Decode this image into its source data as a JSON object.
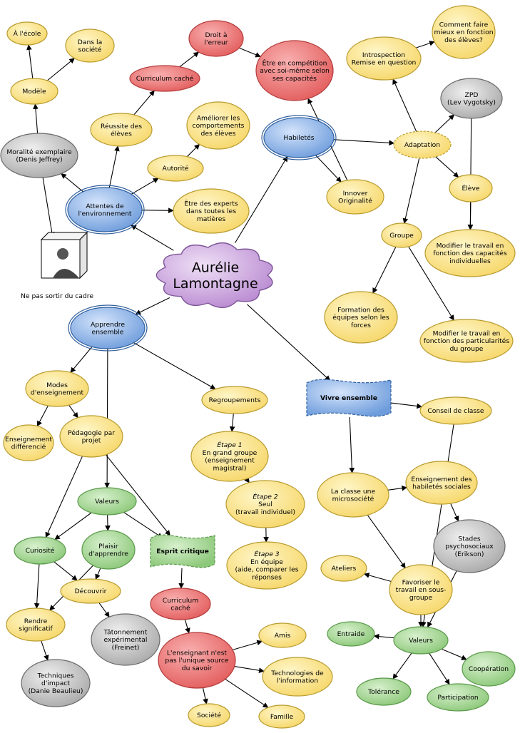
{
  "colors": {
    "yellow_fill": "#fde99a",
    "yellow_stroke": "#b89b2f",
    "red_fill": "#f07d7d",
    "red_stroke": "#b23b3b",
    "green_fill": "#a9d89a",
    "green_stroke": "#5c9a4d",
    "grey_fill": "#c9c9c9",
    "grey_stroke": "#6a6a6a",
    "blue_fill": "#8fb6e8",
    "blue_stroke": "#2f5f9e",
    "purple_fill": "#c9a4dc",
    "line": "#000000"
  },
  "nodes": [
    {
      "id": "aurelie",
      "color": "purple",
      "lines": [
        "Aurélie",
        "Lamontagne"
      ]
    },
    {
      "id": "a_ecole",
      "color": "yellow",
      "lines": [
        "À l'école"
      ]
    },
    {
      "id": "dans_societe",
      "color": "yellow",
      "lines": [
        "Dans la",
        "société"
      ]
    },
    {
      "id": "modele",
      "color": "yellow",
      "lines": [
        "Modèle"
      ]
    },
    {
      "id": "moralite",
      "color": "grey",
      "lines": [
        "Moralité exemplaire",
        "(Denis Jeffrey)"
      ]
    },
    {
      "id": "droit_erreur",
      "color": "red",
      "lines": [
        "Droit à",
        "l'erreur"
      ]
    },
    {
      "id": "curriculum_cache",
      "color": "red",
      "lines": [
        "Curriculum caché"
      ]
    },
    {
      "id": "competition",
      "color": "red",
      "lines": [
        "Être en compétition",
        "avec soi-même selon",
        "ses capacités"
      ]
    },
    {
      "id": "reussite",
      "color": "yellow",
      "lines": [
        "Réussite des",
        "élèves"
      ]
    },
    {
      "id": "ameliorer",
      "color": "yellow",
      "lines": [
        "Améliorer les",
        "comportements",
        "des élèves"
      ]
    },
    {
      "id": "autorite",
      "color": "yellow",
      "lines": [
        "Autorité"
      ]
    },
    {
      "id": "attentes",
      "color": "blue",
      "lines": [
        "Attentes de",
        "l'environnement"
      ]
    },
    {
      "id": "experts",
      "color": "yellow",
      "lines": [
        "Être des experts",
        "dans toutes les",
        "matières"
      ]
    },
    {
      "id": "cadre",
      "color": "white",
      "lines": [
        "Ne pas sortir du cadre"
      ]
    },
    {
      "id": "habiletes",
      "color": "blue",
      "lines": [
        "Habiletés"
      ]
    },
    {
      "id": "introspection",
      "color": "yellow",
      "lines": [
        "Introspection",
        "Remise en question"
      ]
    },
    {
      "id": "comment_faire",
      "color": "yellow",
      "lines": [
        "Comment faire",
        "mieux en fonction",
        "des élèves?"
      ]
    },
    {
      "id": "zpd",
      "color": "grey",
      "lines": [
        "ZPD",
        "(Lev Vygotsky)"
      ]
    },
    {
      "id": "adaptation",
      "color": "yellow",
      "lines": [
        "Adaptation"
      ]
    },
    {
      "id": "innover",
      "color": "yellow",
      "lines": [
        "Innover",
        "Originalité"
      ]
    },
    {
      "id": "eleve",
      "color": "yellow",
      "lines": [
        "Élève"
      ]
    },
    {
      "id": "groupe",
      "color": "yellow",
      "lines": [
        "Groupe"
      ]
    },
    {
      "id": "modifier_indiv",
      "color": "yellow",
      "lines": [
        "Modifier le travail en",
        "fonction des capacités",
        "individuelles"
      ]
    },
    {
      "id": "formation_equipes",
      "color": "yellow",
      "lines": [
        "Formation des",
        "équipes selon les",
        "forces"
      ]
    },
    {
      "id": "modifier_groupe",
      "color": "yellow",
      "lines": [
        "Modifier le travail en",
        "fonction des particularités",
        "du groupe"
      ]
    },
    {
      "id": "apprendre",
      "color": "blue",
      "lines": [
        "Apprendre",
        "ensemble"
      ]
    },
    {
      "id": "modes",
      "color": "yellow",
      "lines": [
        "Modes",
        "d'enseignement"
      ]
    },
    {
      "id": "ens_diff",
      "color": "yellow",
      "lines": [
        "Enseignement",
        "différencié"
      ]
    },
    {
      "id": "pedagogie",
      "color": "yellow",
      "lines": [
        "Pédagogie par",
        "projet"
      ]
    },
    {
      "id": "regroupements",
      "color": "yellow",
      "lines": [
        "Regroupements"
      ]
    },
    {
      "id": "etape1",
      "color": "yellow",
      "lines": [
        "Étape 1",
        "En grand groupe",
        "(enseignement",
        "magistral)"
      ]
    },
    {
      "id": "etape2",
      "color": "yellow",
      "lines": [
        "Étape 2",
        "Seul",
        "(travail individuel)"
      ]
    },
    {
      "id": "etape3",
      "color": "yellow",
      "lines": [
        "Étape 3",
        "En équipe",
        "(aide, comparer les",
        "réponses"
      ]
    },
    {
      "id": "valeurs_l",
      "color": "green",
      "lines": [
        "Valeurs"
      ]
    },
    {
      "id": "curiosite",
      "color": "green",
      "lines": [
        "Curiosité"
      ]
    },
    {
      "id": "plaisir",
      "color": "green",
      "lines": [
        "Plaisir",
        "d'apprendre"
      ]
    },
    {
      "id": "esprit",
      "color": "green",
      "lines": [
        "Esprit critique"
      ]
    },
    {
      "id": "decouvrir",
      "color": "yellow",
      "lines": [
        "Découvrir"
      ]
    },
    {
      "id": "rendre",
      "color": "yellow",
      "lines": [
        "Rendre",
        "significatif"
      ]
    },
    {
      "id": "tatonnement",
      "color": "grey",
      "lines": [
        "Tâtonnement",
        "expérimental",
        "(Freinet)"
      ]
    },
    {
      "id": "techniques",
      "color": "grey",
      "lines": [
        "Techniques",
        "d'impact",
        "(Danie Beaulieu)"
      ]
    },
    {
      "id": "curriculum2",
      "color": "red",
      "lines": [
        "Curriculum",
        "caché"
      ]
    },
    {
      "id": "enseignant",
      "color": "red",
      "lines": [
        "L'enseignant n'est",
        "pas l'unique source",
        "du savoir"
      ]
    },
    {
      "id": "amis",
      "color": "yellow",
      "lines": [
        "Amis"
      ]
    },
    {
      "id": "technologies",
      "color": "yellow",
      "lines": [
        "Technologies de",
        "l'information"
      ]
    },
    {
      "id": "societe",
      "color": "yellow",
      "lines": [
        "Société"
      ]
    },
    {
      "id": "famille",
      "color": "yellow",
      "lines": [
        "Famille"
      ]
    },
    {
      "id": "vivre",
      "color": "blue",
      "lines": [
        "Vivre ensemble"
      ]
    },
    {
      "id": "conseil",
      "color": "yellow",
      "lines": [
        "Conseil de classe"
      ]
    },
    {
      "id": "microsociete",
      "color": "yellow",
      "lines": [
        "La classe une",
        "microsociété"
      ]
    },
    {
      "id": "ens_habiletes",
      "color": "yellow",
      "lines": [
        "Enseignement des",
        "habiletés sociales"
      ]
    },
    {
      "id": "stades",
      "color": "grey",
      "lines": [
        "Stades",
        "psychosociaux",
        "(Erikson)"
      ]
    },
    {
      "id": "ateliers",
      "color": "yellow",
      "lines": [
        "Ateliers"
      ]
    },
    {
      "id": "favoriser",
      "color": "yellow",
      "lines": [
        "Favoriser le",
        "travail en sous-",
        "groupe"
      ]
    },
    {
      "id": "entraide",
      "color": "green",
      "lines": [
        "Entraide"
      ]
    },
    {
      "id": "valeurs_r",
      "color": "green",
      "lines": [
        "Valeurs"
      ]
    },
    {
      "id": "cooperation",
      "color": "green",
      "lines": [
        "Coopération"
      ]
    },
    {
      "id": "tolerance",
      "color": "green",
      "lines": [
        "Tolérance"
      ]
    },
    {
      "id": "participation",
      "color": "green",
      "lines": [
        "Participation"
      ]
    }
  ],
  "edges": [
    [
      "aurelie",
      "attentes"
    ],
    [
      "aurelie",
      "habiletes"
    ],
    [
      "aurelie",
      "apprendre"
    ],
    [
      "aurelie",
      "vivre"
    ],
    [
      "attentes",
      "moralite"
    ],
    [
      "attentes",
      "reussite"
    ],
    [
      "attentes",
      "autorite"
    ],
    [
      "attentes",
      "experts"
    ],
    [
      "moralite",
      "modele"
    ],
    [
      "moralite",
      "cadre"
    ],
    [
      "modele",
      "a_ecole"
    ],
    [
      "modele",
      "dans_societe"
    ],
    [
      "reussite",
      "curriculum_cache"
    ],
    [
      "curriculum_cache",
      "droit_erreur"
    ],
    [
      "droit_erreur",
      "competition"
    ],
    [
      "autorite",
      "ameliorer"
    ],
    [
      "habiletes",
      "adaptation"
    ],
    [
      "habiletes",
      "innover"
    ],
    [
      "adaptation",
      "introspection"
    ],
    [
      "introspection",
      "comment_faire"
    ],
    [
      "adaptation",
      "zpd"
    ],
    [
      "adaptation",
      "eleve"
    ],
    [
      "adaptation",
      "groupe"
    ],
    [
      "eleve",
      "modifier_indiv"
    ],
    [
      "zpd",
      "modifier_indiv"
    ],
    [
      "groupe",
      "formation_equipes"
    ],
    [
      "groupe",
      "modifier_groupe"
    ],
    [
      "innover",
      "competition"
    ],
    [
      "apprendre",
      "modes"
    ],
    [
      "apprendre",
      "regroupements"
    ],
    [
      "apprendre",
      "valeurs_l"
    ],
    [
      "modes",
      "ens_diff"
    ],
    [
      "modes",
      "pedagogie"
    ],
    [
      "regroupements",
      "etape1"
    ],
    [
      "etape1",
      "etape2"
    ],
    [
      "etape2",
      "etape3"
    ],
    [
      "pedagogie",
      "curiosite"
    ],
    [
      "pedagogie",
      "esprit"
    ],
    [
      "valeurs_l",
      "curiosite"
    ],
    [
      "valeurs_l",
      "plaisir"
    ],
    [
      "valeurs_l",
      "esprit"
    ],
    [
      "curiosite",
      "decouvrir"
    ],
    [
      "curiosite",
      "rendre"
    ],
    [
      "plaisir",
      "decouvrir"
    ],
    [
      "plaisir",
      "rendre"
    ],
    [
      "decouvrir",
      "tatonnement"
    ],
    [
      "rendre",
      "techniques"
    ],
    [
      "esprit",
      "curriculum2"
    ],
    [
      "curriculum2",
      "enseignant"
    ],
    [
      "enseignant",
      "amis"
    ],
    [
      "enseignant",
      "technologies"
    ],
    [
      "enseignant",
      "societe"
    ],
    [
      "enseignant",
      "famille"
    ],
    [
      "vivre",
      "conseil"
    ],
    [
      "vivre",
      "microsociete"
    ],
    [
      "conseil",
      "valeurs_r"
    ],
    [
      "microsociete",
      "ens_habiletes"
    ],
    [
      "ens_habiletes",
      "stades"
    ],
    [
      "microsociete",
      "favoriser"
    ],
    [
      "favoriser",
      "ateliers"
    ],
    [
      "favoriser",
      "valeurs_r"
    ],
    [
      "stades",
      "valeurs_r"
    ],
    [
      "valeurs_r",
      "entraide"
    ],
    [
      "valeurs_r",
      "cooperation"
    ],
    [
      "valeurs_r",
      "tolerance"
    ],
    [
      "valeurs_r",
      "participation"
    ]
  ]
}
